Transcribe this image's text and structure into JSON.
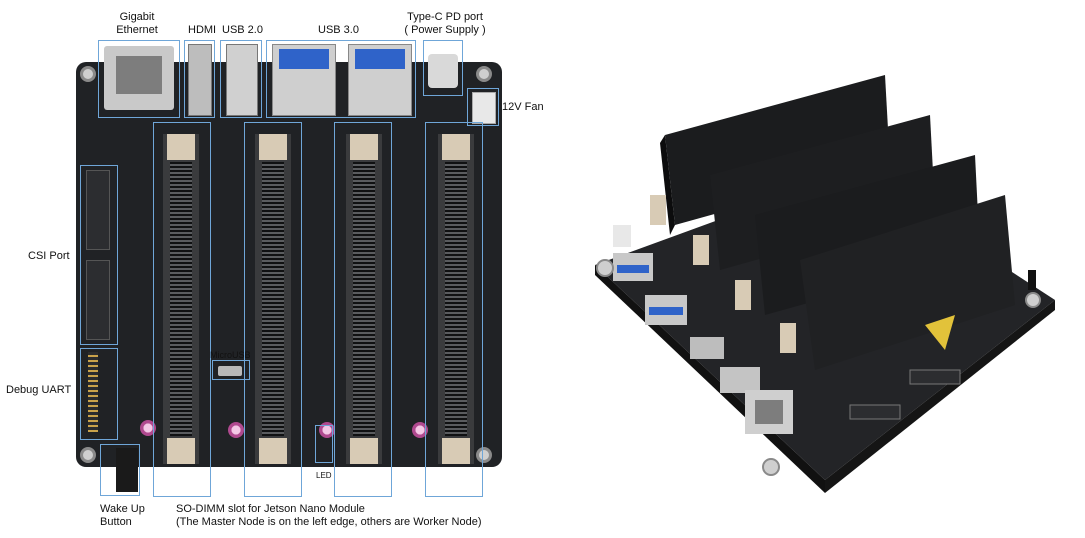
{
  "labels": {
    "gigabit_ethernet": "Gigabit\nEthernet",
    "hdmi": "HDMI",
    "usb20": "USB 2.0",
    "usb30": "USB 3.0",
    "typec": "Type-C PD port\n( Power Supply )",
    "fan": "12V Fan",
    "csi": "CSI Port",
    "debug_uart": "Debug UART",
    "wake_up": "Wake Up\nButton",
    "sodimm": "SO-DIMM slot for Jetson Nano Module\n(The Master Node is on the left edge, others are Worker Node)",
    "microusb": "MicroUSB",
    "led": "LED"
  },
  "colors": {
    "callout": "#6fa6d8",
    "board": "#202225",
    "usb3_blue": "#2f63c9",
    "heatsink": "#1b1c1e",
    "latch": "#d8cbb5"
  }
}
